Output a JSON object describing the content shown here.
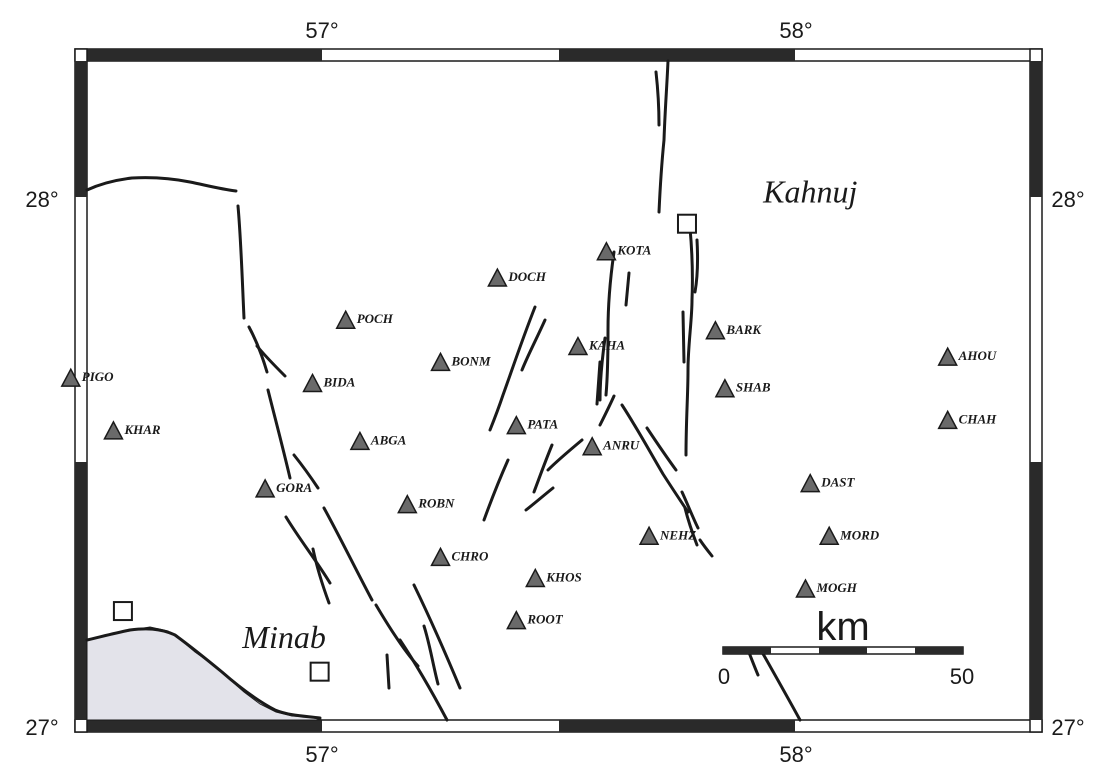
{
  "map": {
    "lon_labels": [
      "57°",
      "58°"
    ],
    "lat_labels": [
      "28°",
      "27°"
    ],
    "places": [
      {
        "name": "Kahnuj",
        "lon": 58.03,
        "lat": 27.995
      },
      {
        "name": "Minab",
        "lon": 56.92,
        "lat": 27.15
      }
    ],
    "towns": [
      {
        "name": "kahnuj-town",
        "lon": 57.77,
        "lat": 27.955
      },
      {
        "name": "minab-town",
        "lon": 56.995,
        "lat": 27.105
      },
      {
        "name": "coast-town",
        "lon": 56.58,
        "lat": 27.22
      }
    ],
    "stations": [
      {
        "code": "KOTA",
        "lon": 57.6,
        "lat": 27.9
      },
      {
        "code": "DOCH",
        "lon": 57.37,
        "lat": 27.85
      },
      {
        "code": "POCH",
        "lon": 57.05,
        "lat": 27.77
      },
      {
        "code": "BARK",
        "lon": 57.83,
        "lat": 27.75
      },
      {
        "code": "KAHA",
        "lon": 57.54,
        "lat": 27.72
      },
      {
        "code": "AHOU",
        "lon": 58.32,
        "lat": 27.7
      },
      {
        "code": "BONM",
        "lon": 57.25,
        "lat": 27.69
      },
      {
        "code": "PIGO",
        "lon": 56.47,
        "lat": 27.66
      },
      {
        "code": "SHAB",
        "lon": 57.85,
        "lat": 27.64
      },
      {
        "code": "BIDA",
        "lon": 56.98,
        "lat": 27.65
      },
      {
        "code": "CHAH",
        "lon": 58.32,
        "lat": 27.58
      },
      {
        "code": "PATA",
        "lon": 57.41,
        "lat": 27.57
      },
      {
        "code": "KHAR",
        "lon": 56.56,
        "lat": 27.56
      },
      {
        "code": "ABGA",
        "lon": 57.08,
        "lat": 27.54
      },
      {
        "code": "ANRU",
        "lon": 57.57,
        "lat": 27.53
      },
      {
        "code": "DAST",
        "lon": 58.03,
        "lat": 27.46
      },
      {
        "code": "GORA",
        "lon": 56.88,
        "lat": 27.45
      },
      {
        "code": "ROBN",
        "lon": 57.18,
        "lat": 27.42
      },
      {
        "code": "MORD",
        "lon": 58.07,
        "lat": 27.36
      },
      {
        "code": "NEHZ",
        "lon": 57.69,
        "lat": 27.36
      },
      {
        "code": "CHRO",
        "lon": 57.25,
        "lat": 27.32
      },
      {
        "code": "KHOS",
        "lon": 57.45,
        "lat": 27.28
      },
      {
        "code": "MOGH",
        "lon": 58.02,
        "lat": 27.26
      },
      {
        "code": "ROOT",
        "lon": 57.41,
        "lat": 27.2
      }
    ],
    "scale": {
      "title": "km",
      "ticks": [
        "0",
        "50"
      ]
    }
  }
}
